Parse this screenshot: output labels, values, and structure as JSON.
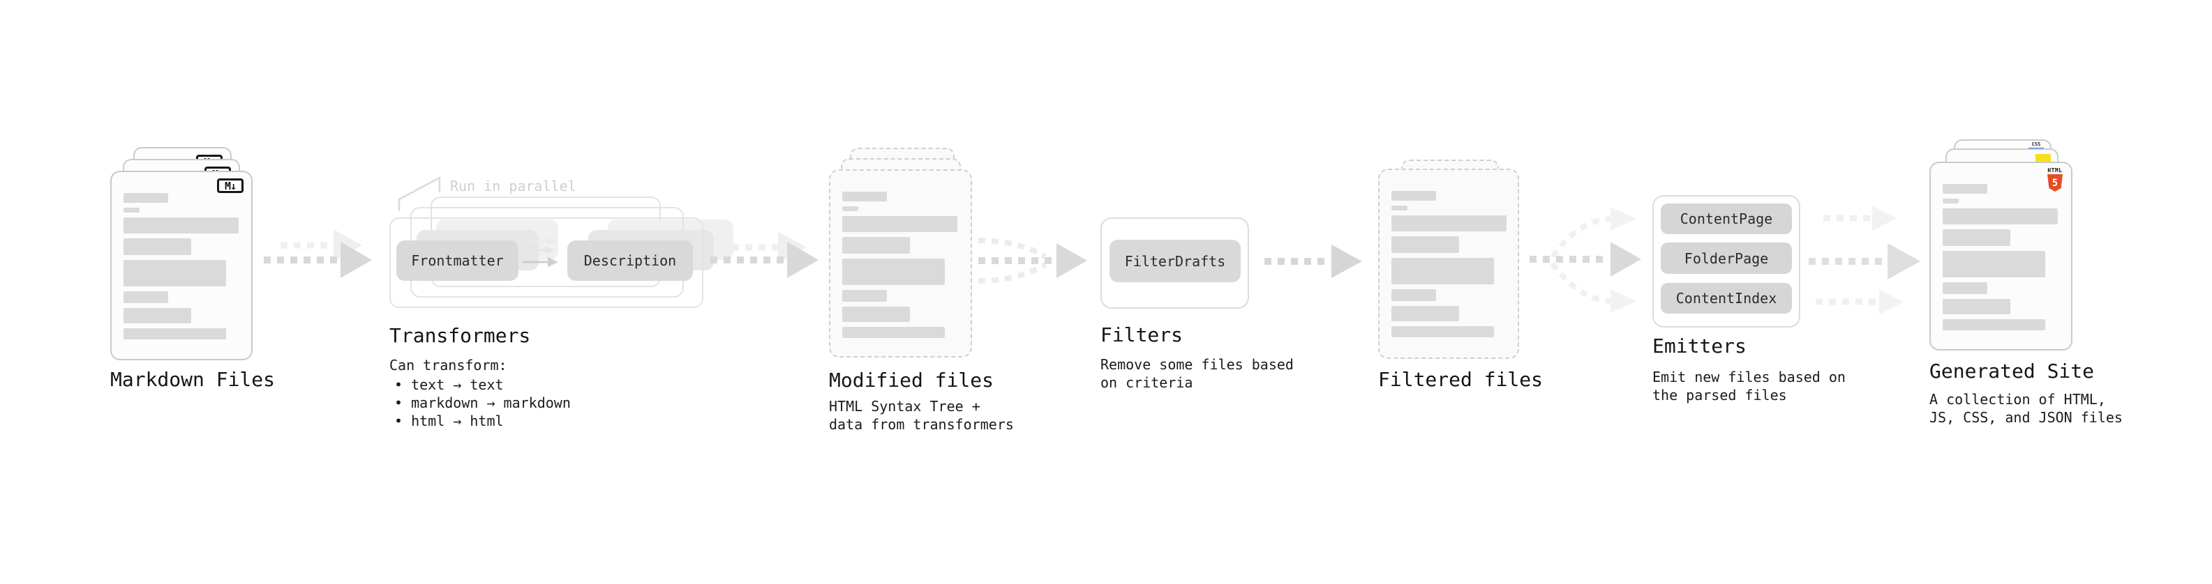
{
  "stages": {
    "markdown_files": {
      "label": "Markdown Files",
      "badge": "M↓"
    },
    "transformers": {
      "label": "Transformers",
      "parallel_note": "Run in parallel",
      "pill_left": "Frontmatter",
      "pill_right": "Description",
      "desc_title": "Can transform:",
      "bullets": [
        "• text → text",
        "• markdown → markdown",
        "• html → html"
      ]
    },
    "modified_files": {
      "label": "Modified files",
      "desc": "HTML Syntax Tree +\ndata from transformers"
    },
    "filters": {
      "label": "Filters",
      "pill": "FilterDrafts",
      "desc": "Remove some files based\non criteria"
    },
    "filtered_files": {
      "label": "Filtered files"
    },
    "emitters": {
      "label": "Emitters",
      "pills": [
        "ContentPage",
        "FolderPage",
        "ContentIndex"
      ],
      "desc": "Emit new files based on\nthe parsed files"
    },
    "generated_site": {
      "label": "Generated Site",
      "desc": "A collection of HTML,\nJS, CSS, and JSON files",
      "badges": {
        "html_label": "HTML",
        "html_number": "5",
        "css_label": "CSS"
      }
    }
  },
  "colors": {
    "dark_arrow": "#d8d8d8",
    "light_arrow": "#efefef",
    "skeleton": "#dadada",
    "doc_border": "#c9c9c9",
    "html5_orange": "#e44d26",
    "js_yellow": "#f7df1e",
    "css_blue": "#2d6ff0"
  }
}
